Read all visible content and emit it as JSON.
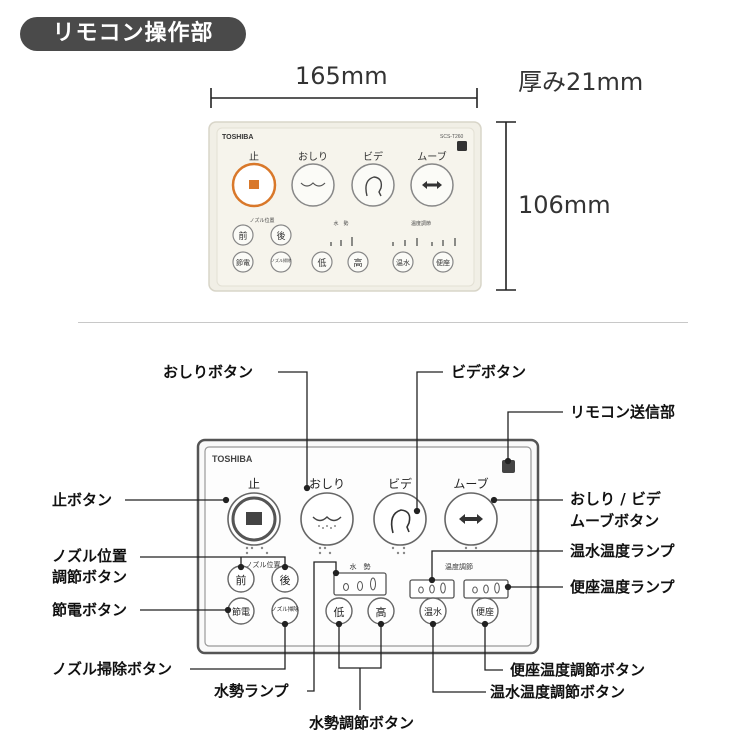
{
  "title": "リモコン操作部",
  "dimensions": {
    "width": "165mm",
    "thickness": "厚み21mm",
    "height": "106mm"
  },
  "remote": {
    "brand": "TOSHIBA",
    "model": "SCS-T260",
    "stop": "止",
    "oshiri": "おしり",
    "bidet": "ビデ",
    "move": "ムーブ",
    "nozzle_pos_label": "ノズル位置",
    "front": "前",
    "back": "後",
    "water_force": "水　勢",
    "temp_adjust": "温度調節",
    "power_save": "節電",
    "nozzle_clean": "ノズル掃除",
    "low": "低",
    "high": "高",
    "warm_water": "温水",
    "seat": "便座"
  },
  "callouts": {
    "oshiri_button": "おしりボタン",
    "bidet_button": "ビデボタン",
    "transmitter": "リモコン送信部",
    "stop_button": "止ボタン",
    "move_button_1": "おしり / ビデ",
    "move_button_2": "ムーブボタン",
    "nozzle_pos_1": "ノズル位置",
    "nozzle_pos_2": "調節ボタン",
    "warm_water_lamp": "温水温度ランプ",
    "seat_lamp": "便座温度ランプ",
    "power_save_button": "節電ボタン",
    "nozzle_clean_button": "ノズル掃除ボタン",
    "seat_adjust_button": "便座温度調節ボタン",
    "water_force_lamp": "水勢ランプ",
    "warm_water_adjust_button": "温水温度調節ボタン",
    "water_force_adjust_button": "水勢調節ボタン"
  },
  "colors": {
    "stop_accent": "#d9782a",
    "panel": "#f1efe6",
    "pill": "#4a4a4a"
  }
}
